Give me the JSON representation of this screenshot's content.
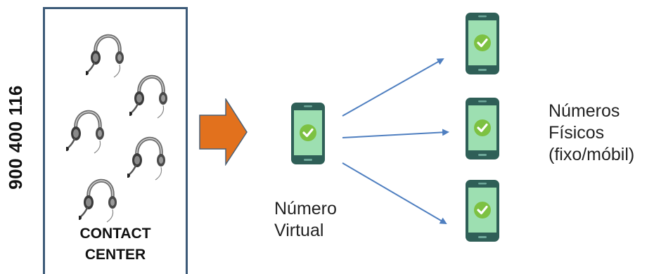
{
  "side_number": "900 400 116",
  "contact_center": {
    "line1": "CONTACT",
    "line2": "CENTER"
  },
  "virtual_label": {
    "line1": "Número",
    "line2": "Virtual"
  },
  "physical_label": {
    "line1": "Números",
    "line2": "Físicos",
    "line3": "(fixo/móbil)"
  },
  "colors": {
    "box_border": "#3c5a78",
    "arrow_orange": "#e2711d",
    "connector_blue": "#4f7fc0",
    "phone_body": "#2f5f57",
    "screen_green": "#9ddfb1",
    "check_green": "#7dc142"
  },
  "icons": {
    "headset": "headset-icon",
    "phone": "smartphone-icon",
    "check": "check-icon",
    "arrow": "right-arrow-icon"
  }
}
